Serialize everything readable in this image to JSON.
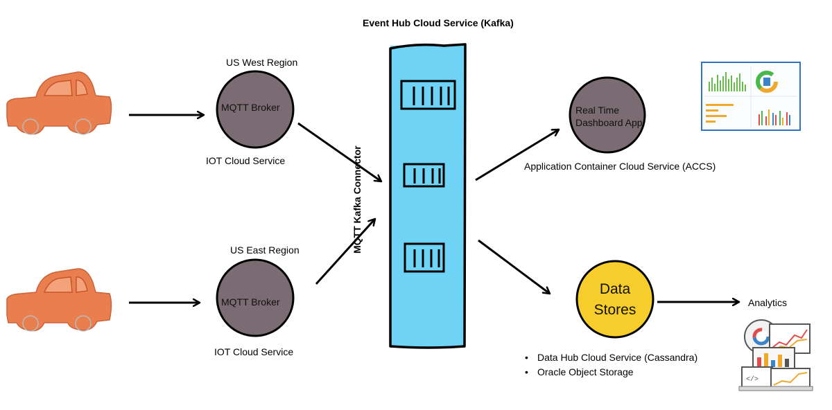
{
  "hub": {
    "title": "Event Hub Cloud Service (Kafka)",
    "connector": "MQTT  Kafka Connector"
  },
  "west": {
    "region": "US West Region",
    "broker": "MQTT Broker",
    "service": "IOT Cloud Service"
  },
  "east": {
    "region": "US East Region",
    "broker": "MQTT Broker",
    "service": "IOT Cloud Service"
  },
  "dashboard": {
    "line1": "Real Time",
    "line2": "Dashboard App",
    "service": "Application Container Cloud Service (ACCS)"
  },
  "datastores": {
    "line1": "Data",
    "line2": "Stores",
    "items": [
      "Data Hub Cloud Service (Cassandra)",
      "Oracle Object Storage"
    ]
  },
  "analytics": {
    "label": "Analytics"
  },
  "colors": {
    "car": "#e8743f",
    "broker": "#7a6c72",
    "hub": "#6fd3f5",
    "datastore": "#f6cd2a",
    "arrow": "#000000"
  },
  "icons": [
    "car-icon",
    "dashboard-thumbnail-icon",
    "analytics-icon"
  ]
}
